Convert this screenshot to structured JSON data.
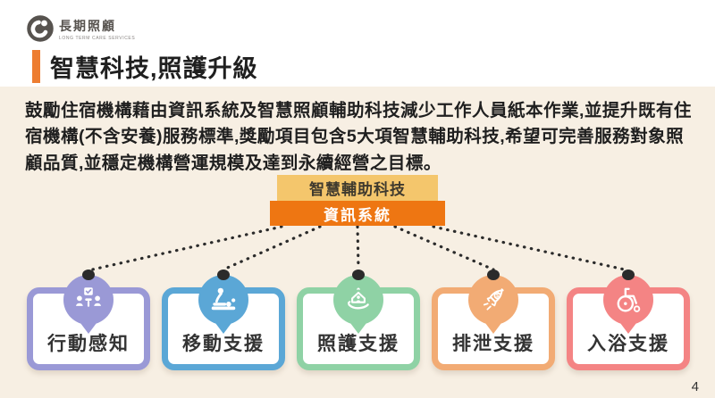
{
  "logo": {
    "title": "長期照顧",
    "subtitle": "LONG TERM CARE SERVICES"
  },
  "header": {
    "title": "智慧科技,照護升級",
    "accent_color": "#ED7D31"
  },
  "intro": {
    "text": "鼓勵住宿機構藉由資訊系統及智慧照顧輔助科技減少工作人員紙本作業,並提升既有住宿機構(不含安養)服務標準,獎勵項目包含5大項智慧輔助科技,希望可完善服務對象照顧品質,並穩定機構營運規模及達到永續經營之目標。"
  },
  "diagram": {
    "top_box": {
      "label": "智慧輔助科技",
      "bg_color": "#F4C66C"
    },
    "bottom_box": {
      "label": "資訊系統",
      "bg_color": "#EE7612"
    },
    "connector_color": "#2B2B2B",
    "cards": [
      {
        "label": "行動感知",
        "color": "#9A99D6",
        "icon": "meeting-check-icon"
      },
      {
        "label": "移動支援",
        "color": "#5BA7D6",
        "icon": "transfer-assist-icon"
      },
      {
        "label": "照護支援",
        "color": "#8FD2A5",
        "icon": "hand-care-icon"
      },
      {
        "label": "排泄支援",
        "color": "#F2AB74",
        "icon": "rocket-dollar-icon"
      },
      {
        "label": "入浴支援",
        "color": "#F48484",
        "icon": "wheelchair-icon"
      }
    ]
  },
  "colors": {
    "panel_bg": "#F7EFE3",
    "title_text": "#1F1F1F"
  },
  "footer": {
    "page_number": "4"
  }
}
